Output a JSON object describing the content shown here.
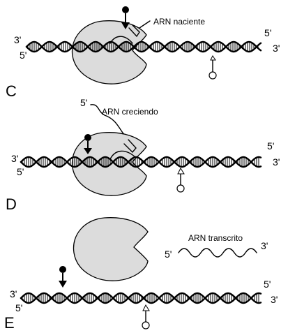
{
  "panels": [
    {
      "letter": "C",
      "strand_ends": {
        "top_left": "3'",
        "bottom_left": "5'",
        "top_right": "5'",
        "bottom_right": "3'"
      },
      "rna_label": "ARN naciente"
    },
    {
      "letter": "D",
      "strand_ends": {
        "top_left": "3'",
        "bottom_left": "5'",
        "top_right": "5'",
        "bottom_right": "3'"
      },
      "rna_label": "ARN creciendo",
      "rna_end": "5'"
    },
    {
      "letter": "E",
      "strand_ends": {
        "top_left": "3'",
        "bottom_left": "5'",
        "top_right": "5'",
        "bottom_right": "3'"
      },
      "rna_label": "ARN transcrito",
      "rna_ends": {
        "left": "5'",
        "right": "3'"
      }
    }
  ],
  "colors": {
    "polymerase": "#dcdcdc",
    "ink": "#000000"
  },
  "icons": [
    "start-marker-icon",
    "terminator-marker-icon"
  ]
}
